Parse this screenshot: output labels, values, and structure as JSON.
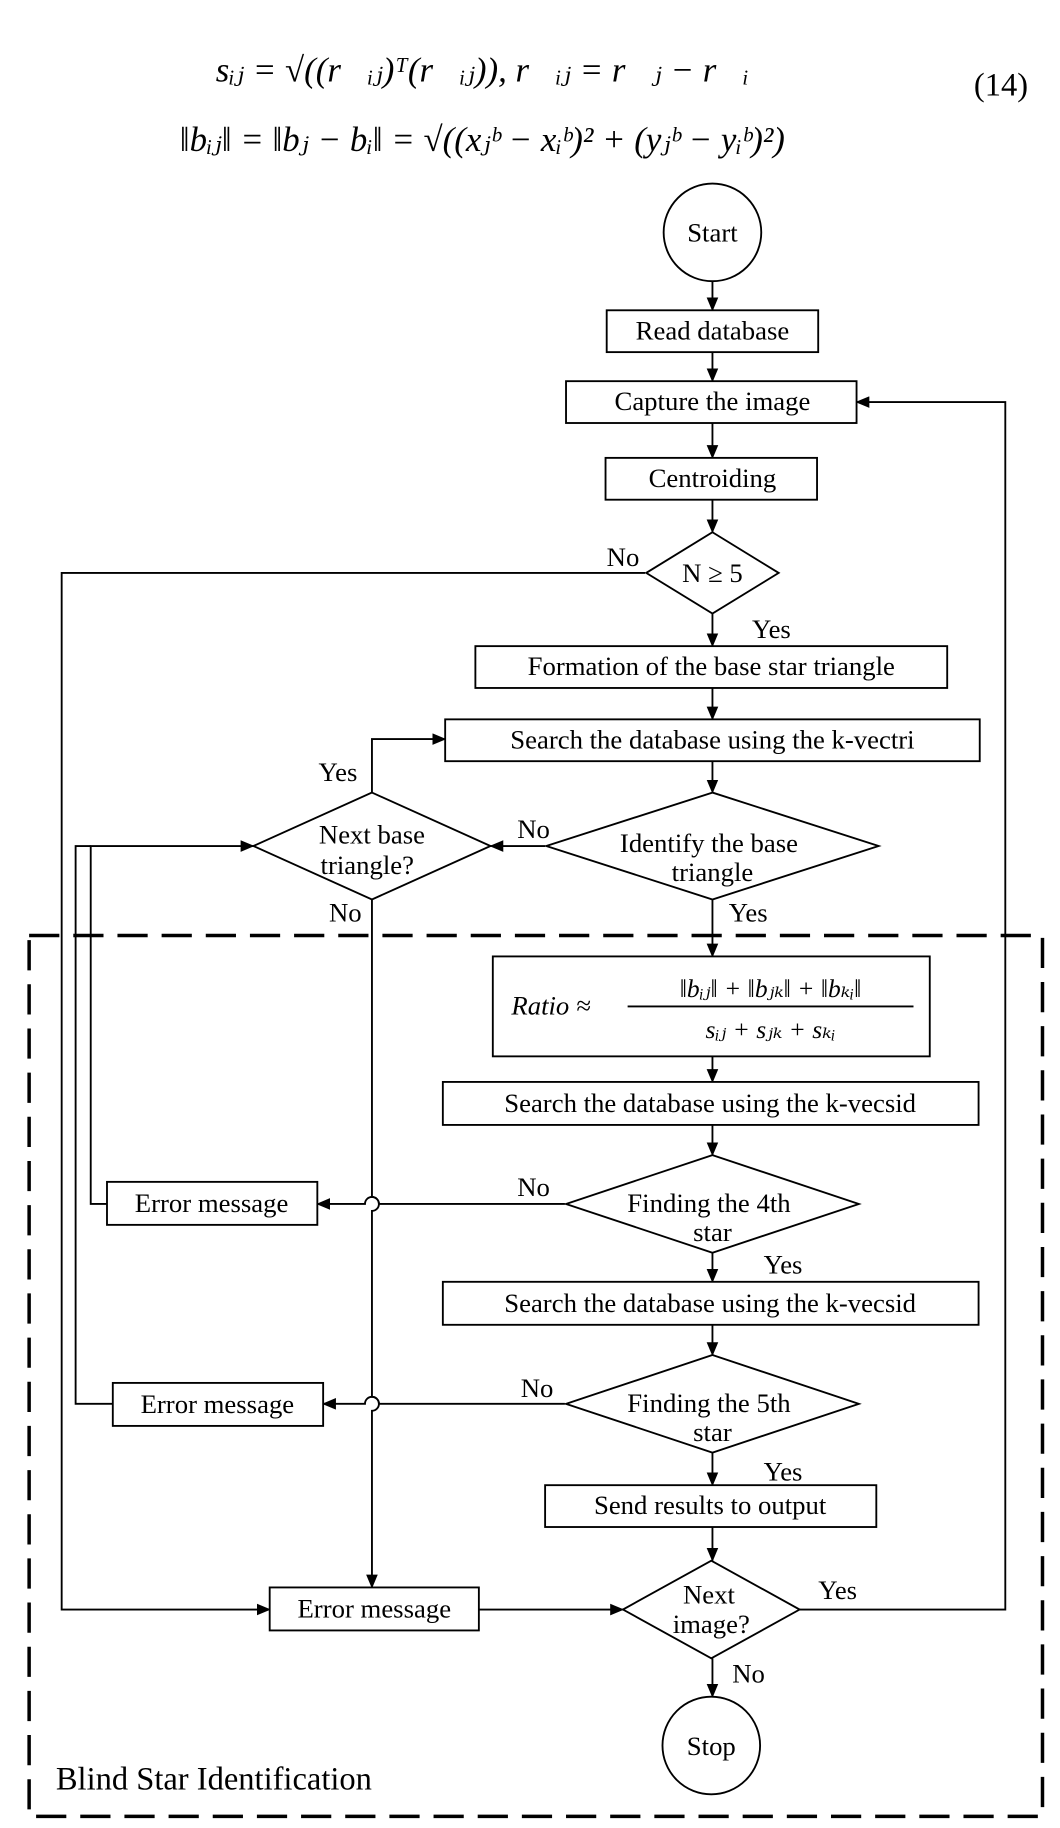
{
  "equations": {
    "eq1": "sᵢⱼ = √((r⃗ᵢⱼ)ᵀ(r⃗ᵢⱼ)), r⃗ᵢⱼ = r⃗ⱼ − r⃗ᵢ",
    "eq2": "‖bᵢⱼ‖ = ‖bⱼ − bᵢ‖ = √((xⱼᵇ − xᵢᵇ)² + (yⱼᵇ − yᵢᵇ)²)",
    "number": "(14)"
  },
  "flowchart": {
    "start": "Start",
    "read_db": "Read database",
    "capture": "Capture the image",
    "centroiding": "Centroiding",
    "n_check": "N ≥ 5",
    "formation": "Formation of the base star triangle",
    "search_kvectri": "Search the database using the k-vectri",
    "identify_1": "Identify the base",
    "identify_2": "triangle",
    "next_base_1": "Next base",
    "next_base_2": "triangle?",
    "ratio_label": "Ratio ≈",
    "ratio_num": "‖bᵢⱼ‖ + ‖bⱼₖ‖ + ‖bₖᵢ‖",
    "ratio_den": "sᵢⱼ + sⱼₖ + sₖᵢ",
    "search_kvecsid_1": "Search the database using the k-vecsid",
    "find4_1": "Finding the 4th",
    "find4_2": "star",
    "search_kvecsid_2": "Search the database using the k-vecsid",
    "find5_1": "Finding the 5th",
    "find5_2": "star",
    "send_results": "Send results to output",
    "next_image_1": "Next",
    "next_image_2": "image?",
    "stop": "Stop",
    "error_1": "Error message",
    "error_2": "Error message",
    "error_3": "Error message",
    "yes": "Yes",
    "no": "No",
    "region_label": "Blind Star Identification"
  }
}
